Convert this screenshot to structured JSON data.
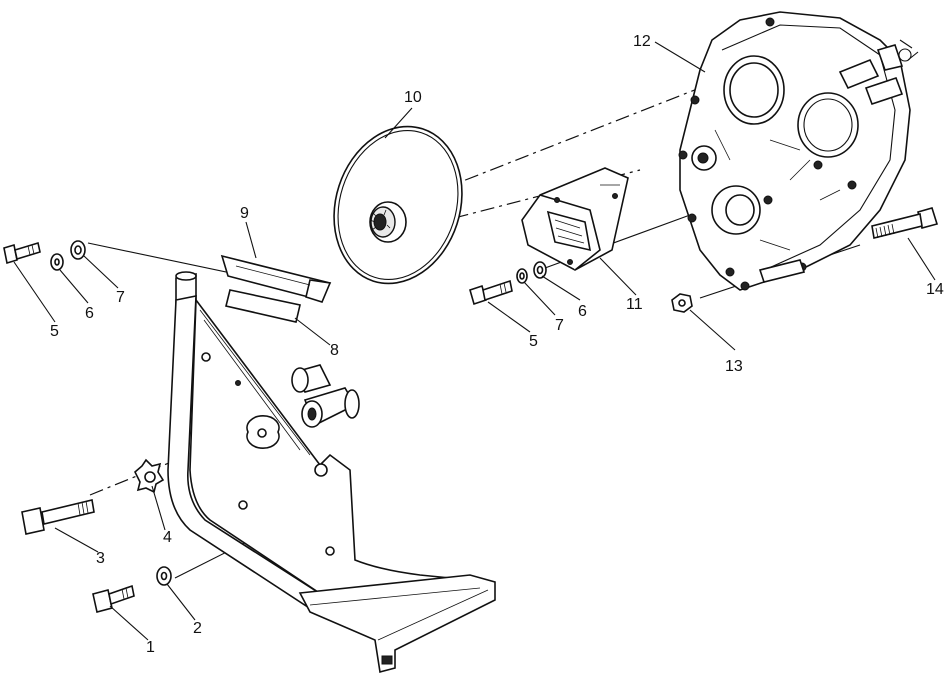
{
  "callouts": [
    {
      "id": "1",
      "text": "1"
    },
    {
      "id": "2",
      "text": "2"
    },
    {
      "id": "3",
      "text": "3"
    },
    {
      "id": "4",
      "text": "4"
    },
    {
      "id": "5a",
      "text": "5"
    },
    {
      "id": "6a",
      "text": "6"
    },
    {
      "id": "7a",
      "text": "7"
    },
    {
      "id": "8",
      "text": "8"
    },
    {
      "id": "9",
      "text": "9"
    },
    {
      "id": "10",
      "text": "10"
    },
    {
      "id": "5b",
      "text": "5"
    },
    {
      "id": "7b",
      "text": "7"
    },
    {
      "id": "6b",
      "text": "6"
    },
    {
      "id": "11",
      "text": "11"
    },
    {
      "id": "12",
      "text": "12"
    },
    {
      "id": "13",
      "text": "13"
    },
    {
      "id": "14",
      "text": "14"
    }
  ]
}
